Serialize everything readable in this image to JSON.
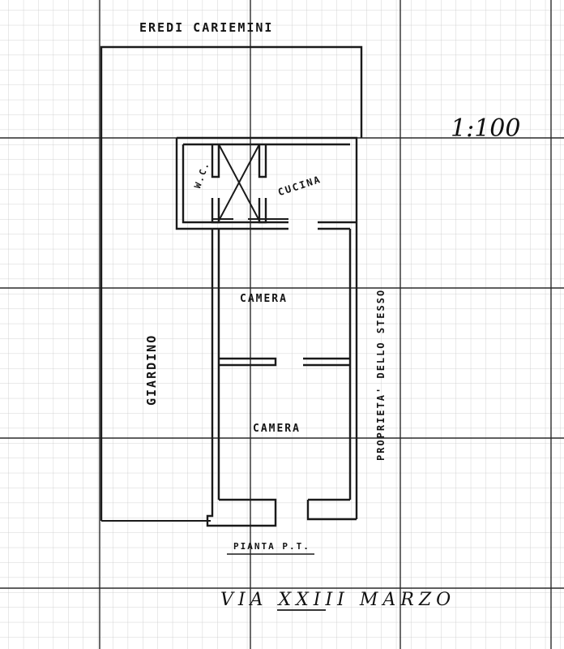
{
  "labels": {
    "top_neighbor": "EREDI CARIEMINI",
    "scale": "1:100",
    "wc": "W.C.",
    "cucina": "CUCINA",
    "camera_1": "CAMERA",
    "camera_2": "CAMERA",
    "giardino": "GIARDINO",
    "right_neighbor": "PROPRIETA' DELLO STESSO",
    "pianta": "PIANTA P.T.",
    "street": "VIA XXIII MARZO"
  },
  "colors": {
    "ink": "#1a1a1a",
    "grid_minor": "#c8c8c8",
    "paper": "#ffffff"
  }
}
